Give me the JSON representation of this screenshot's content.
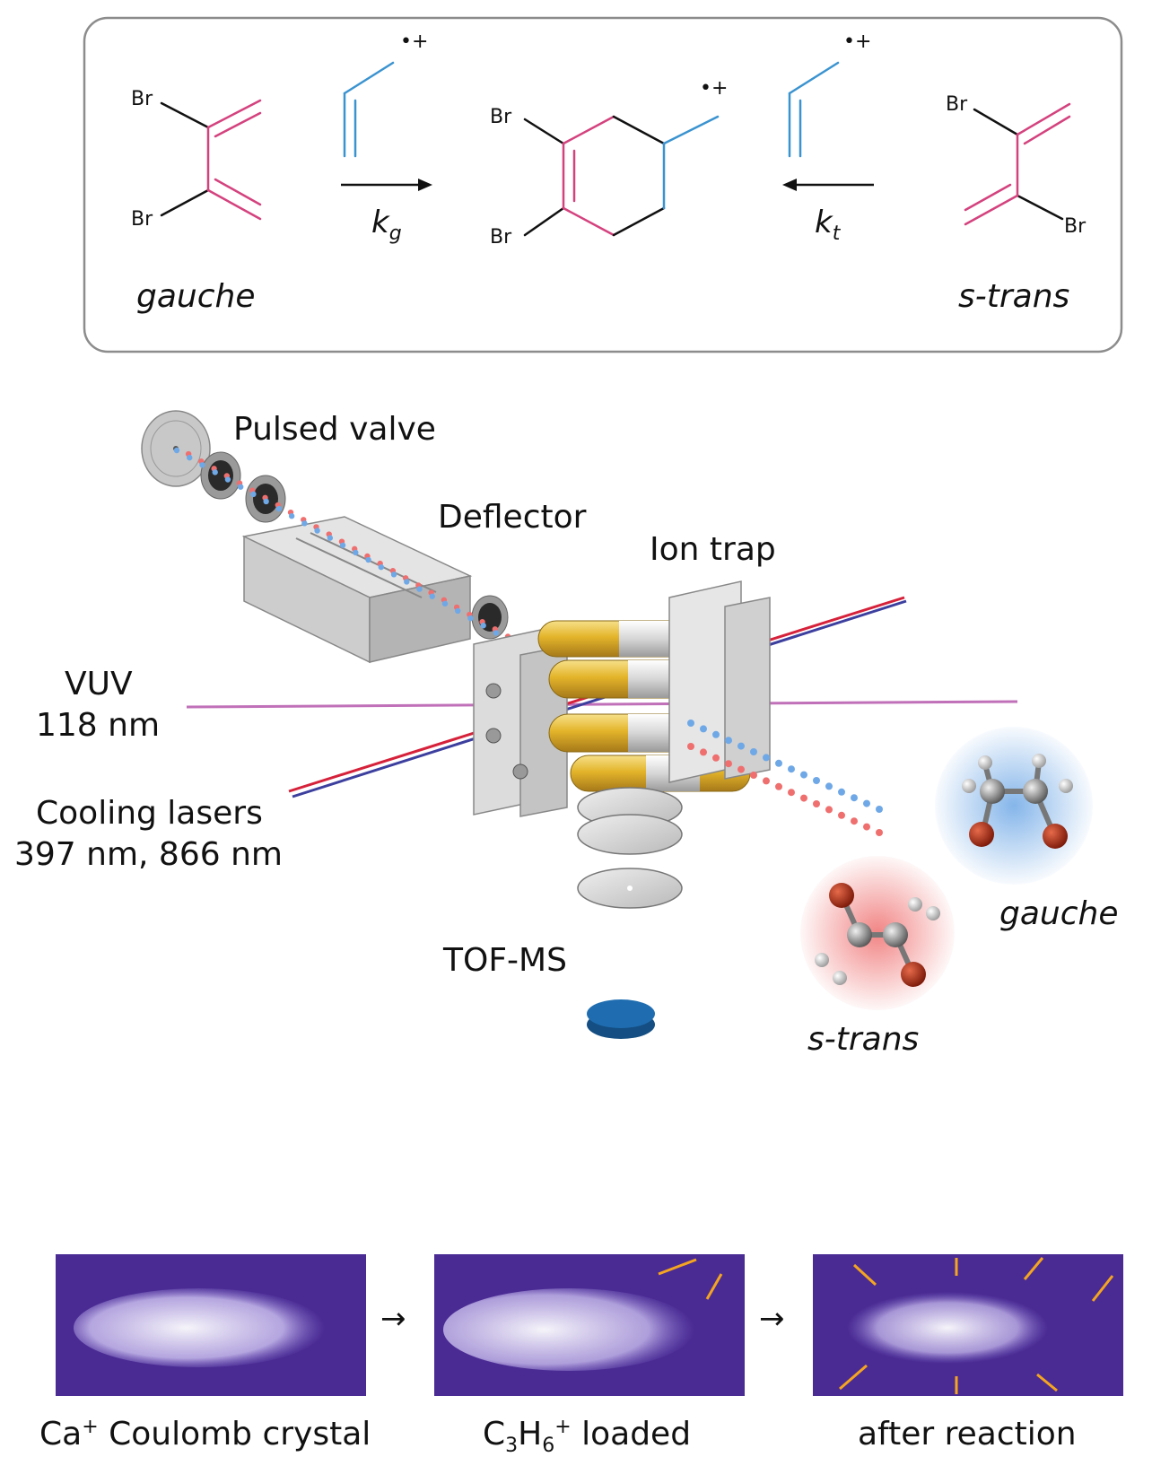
{
  "scheme": {
    "atom_symbol": "Br",
    "radical_cation": "•+",
    "rate_gauche": {
      "k": "k",
      "sub": "g"
    },
    "rate_trans": {
      "k": "k",
      "sub": "t"
    },
    "conformer_left": "gauche",
    "conformer_right": "s-trans"
  },
  "apparatus": {
    "pulsed_valve": "Pulsed valve",
    "deflector": "Deflector",
    "ion_trap": "Ion trap",
    "vuv_line1": "VUV",
    "vuv_line2": "118 nm",
    "cooling_line1": "Cooling lasers",
    "cooling_line2": "397 nm, 866 nm",
    "tof_ms": "TOF-MS",
    "gauche": "gauche",
    "s_trans": "s-trans"
  },
  "crystals": {
    "panel1": {
      "prefix": "Ca",
      "sup": "+",
      "suffix": " Coulomb crystal"
    },
    "panel2": {
      "c": "C",
      "sub1": "3",
      "h": "H",
      "sub2": "6",
      "sup": "+",
      "suffix": " loaded"
    },
    "panel3": {
      "label": "after reaction"
    }
  },
  "colors": {
    "diene": "#d4427e",
    "propene": "#3a93d0",
    "bond": "#111111",
    "crystal_bg": "#4a2b93",
    "arrow_orange": "#f5a51f",
    "gauche_glow": "#6fa8e6",
    "trans_glow": "#ef6f6f",
    "vuv": "#c070b8",
    "laser_red": "#d6213a",
    "laser_blue": "#3c3f9e"
  }
}
